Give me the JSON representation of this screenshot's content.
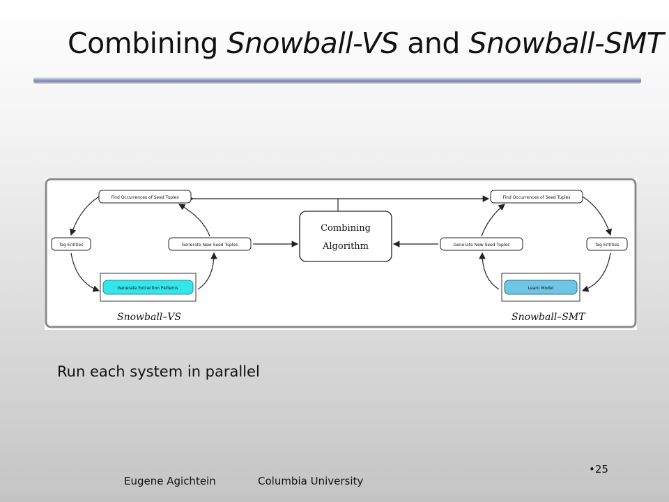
{
  "slide": {
    "title_parts": {
      "prefix": "Combining ",
      "name1": "Snowball-VS",
      "mid": " and ",
      "name2": "Snowball-SMT"
    },
    "body_text": "Run each system in parallel",
    "slide_number": "•25",
    "footer_author": "Eugene Agichtein",
    "footer_affiliation": "Columbia University"
  },
  "diagram": {
    "combining_label_line1": "Combining",
    "combining_label_line2": "Algorithm",
    "left_system": {
      "caption": "Snowball–VS",
      "find_label": "Find Occurrences of Seed Tuples",
      "tag_label": "Tag Entities",
      "generate_tuples_label": "Generate New Seed Tuples",
      "highlight_label": "Generate Extraction Patterns"
    },
    "right_system": {
      "caption": "Snowball–SMT",
      "find_label": "Find Occurrences of Seed Tuples",
      "tag_label": "Tag Entities",
      "generate_tuples_label": "Generate New Seed Tuples",
      "highlight_label": "Learn Model"
    },
    "colors": {
      "highlight_left": "#33e6ea",
      "highlight_right": "#6fc6e4",
      "frame": "#888888"
    }
  }
}
